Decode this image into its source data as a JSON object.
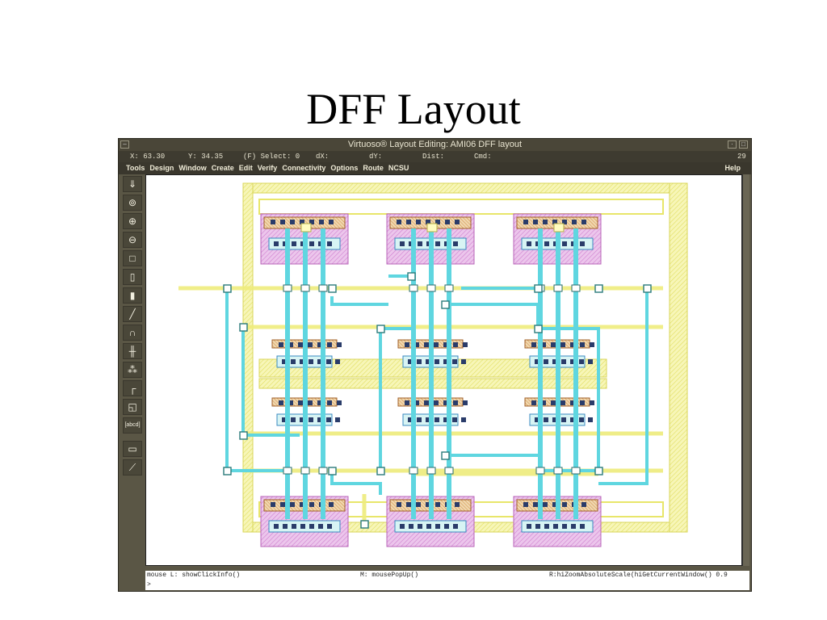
{
  "slide": {
    "title": "DFF Layout"
  },
  "window": {
    "title": "Virtuoso® Layout Editing: AMI06 DFF layout"
  },
  "status": {
    "x": "X: 63.30",
    "y": "Y: 34.35",
    "select": "(F) Select: 0",
    "dx": "dX:",
    "dy": "dY:",
    "dist": "Dist:",
    "cmd": "Cmd:",
    "number": "29"
  },
  "menu": {
    "items": [
      "Tools",
      "Design",
      "Window",
      "Create",
      "Edit",
      "Verify",
      "Connectivity",
      "Options",
      "Route",
      "NCSU"
    ],
    "help": "Help"
  },
  "toolbar": {
    "icons": [
      "save-icon",
      "zoom-fit-icon",
      "zoom-in-icon",
      "zoom-out-icon",
      "stretch-icon",
      "copy-icon",
      "move-icon",
      "path-icon",
      "arc-icon",
      "ruler-icon",
      "probe-icon",
      "wire-icon",
      "instance-icon",
      "label-icon",
      "property-icon",
      "delete-icon"
    ],
    "label_tool": "[abcd]"
  },
  "mouse": {
    "left": "mouse L: showClickInfo()",
    "middle": "M: mousePopUp()",
    "right": "R:hiZoomAbsoluteScale(hiGetCurrentWindow() 0.9"
  },
  "prompt": ">",
  "colors": {
    "poly": "#f2f080",
    "metal1": "#5fd6e0",
    "nwell": "#d77fd7",
    "active": "#e0a060",
    "contact": "#2a3c6a"
  }
}
